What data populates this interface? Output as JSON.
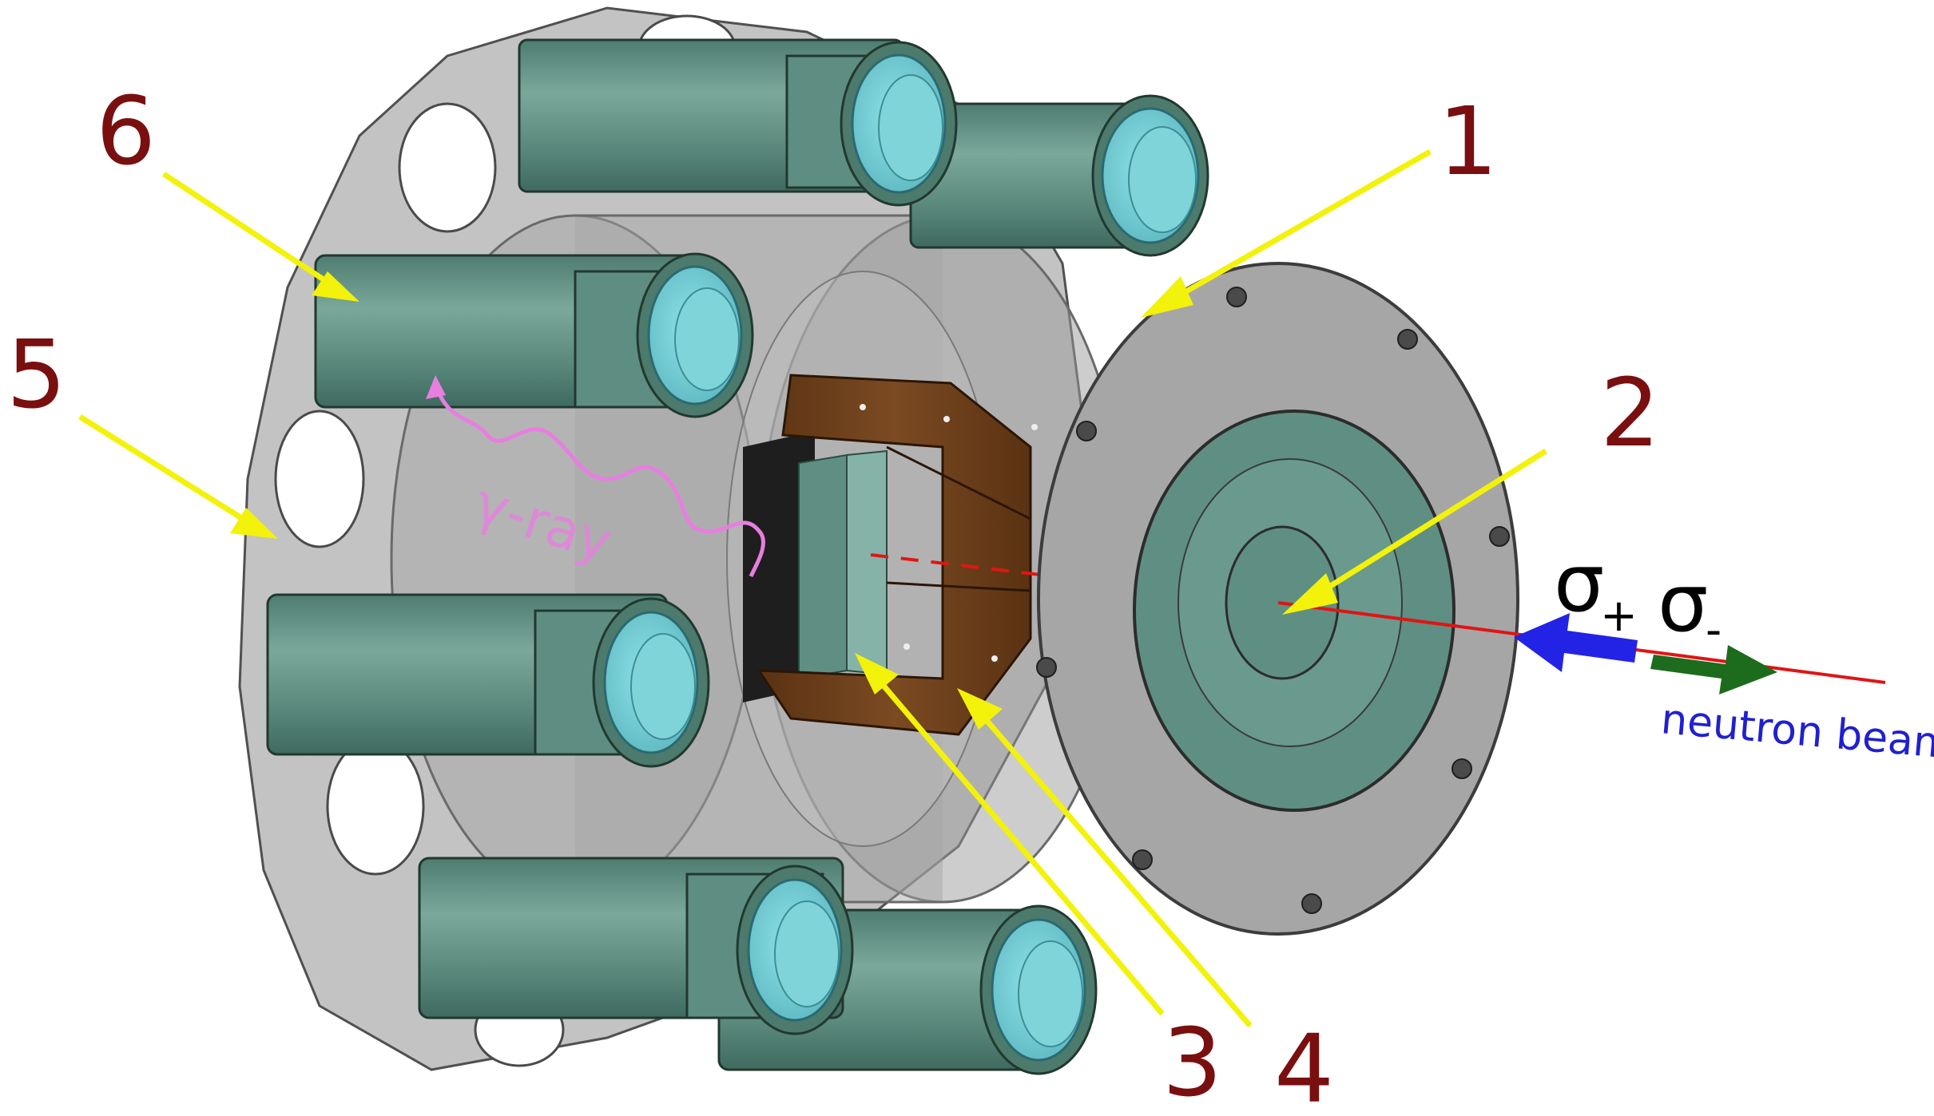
{
  "labels": {
    "l1": "1",
    "l2": "2",
    "l3": "3",
    "l4": "4",
    "l5": "5",
    "l6": "6"
  },
  "annotations": {
    "gamma_ray": "γ-ray",
    "sigma_plus_base": "σ",
    "sigma_plus_sub": "+",
    "sigma_minus_base": "σ",
    "sigma_minus_sub": "-",
    "neutron_beam": "neutron beam"
  },
  "colors": {
    "label": "#7a0f0f",
    "pointer_arrow": "#f2f20a",
    "gamma": "#e77ee0",
    "beam_line": "#e01515",
    "sigma_plus_arrow": "#2323e6",
    "sigma_minus_arrow": "#1d6b1d",
    "beam_text": "#2020d0",
    "pmt_body": "#5f8f82",
    "pmt_face": "#7fd4da",
    "housing": "#9a9a9a",
    "flange": "#a3a3a3",
    "sample_holder": "#6b3d1a"
  }
}
